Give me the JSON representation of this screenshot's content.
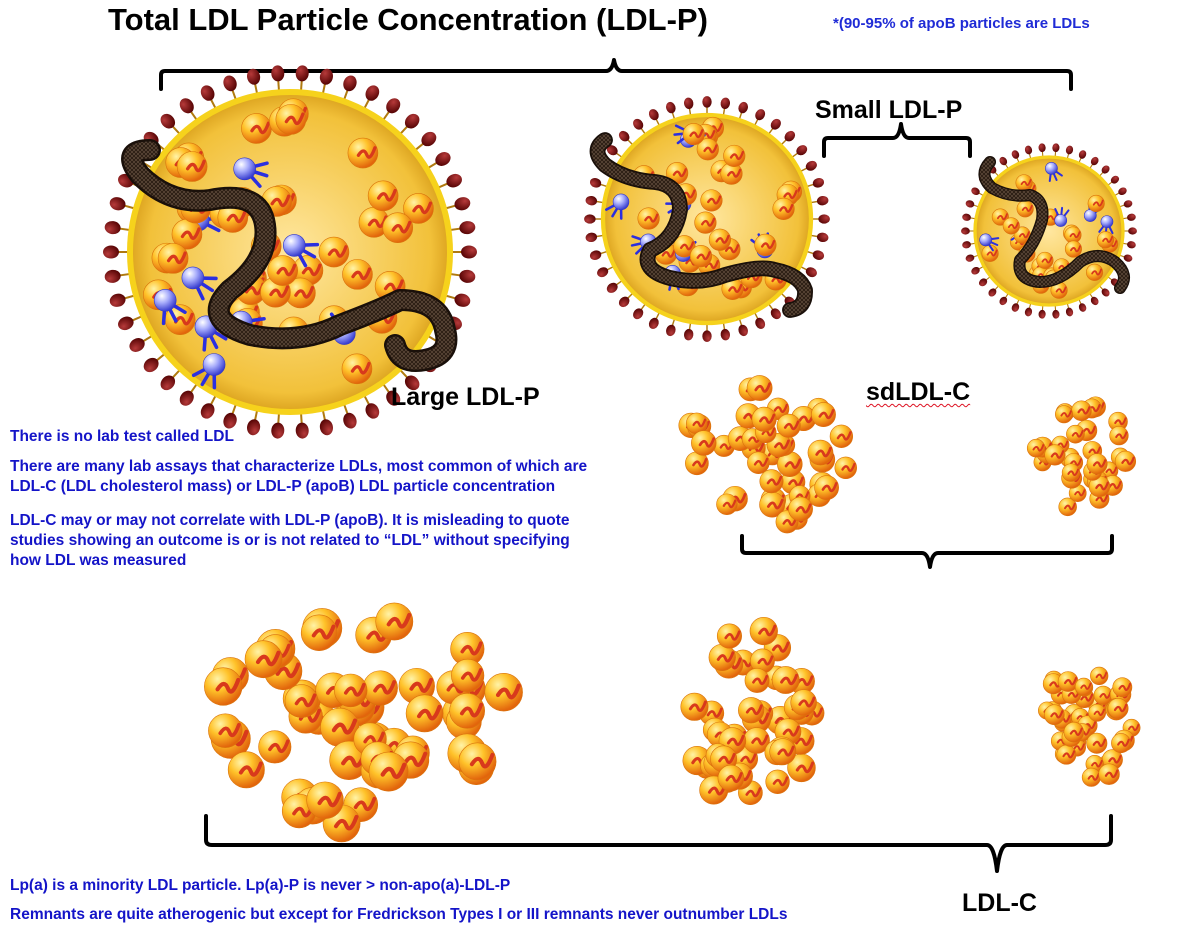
{
  "title": "Total LDL Particle Concentration (LDL-P)",
  "note_top": "*(90-95% of apoB particles are LDLs",
  "labels": {
    "small_ldl_p": "Small LDL-P",
    "large_ldl_p": "Large LDL-P",
    "sdldl_c": "sdLDL-C",
    "ldl_c": "LDL-C"
  },
  "notes": {
    "no_lab_test": "There is no lab test called LDL",
    "assays_line1": "There are many lab assays that characterize LDLs, most common of which are",
    "assays_line2": "LDL-C (LDL cholesterol mass) or LDL-P (apoB) LDL particle concentration",
    "correlate_line1": "LDL-C may or may not correlate with LDL-P (apoB). It is misleading to quote",
    "correlate_line2": "studies showing an outcome is or is not related to “LDL” without specifying",
    "correlate_line3": "how LDL was measured",
    "lpa": "Lp(a) is a minority LDL particle. Lp(a)-P is never > non-apo(a)-LDL-P",
    "remnants": "Remnants are quite atherogenic but except for Fredrickson Types I or III remnants never outnumber LDLs"
  },
  "colors": {
    "title_text": "#000000",
    "note_text": "#1414c8",
    "cholesterol_sphere": "#f5a21c",
    "ester_sphere": "#6d74f0",
    "apoB_ribbon": "#3a2a1e",
    "phospholipid_head": "#7a1010",
    "particle_rim": "#f3c71a"
  }
}
